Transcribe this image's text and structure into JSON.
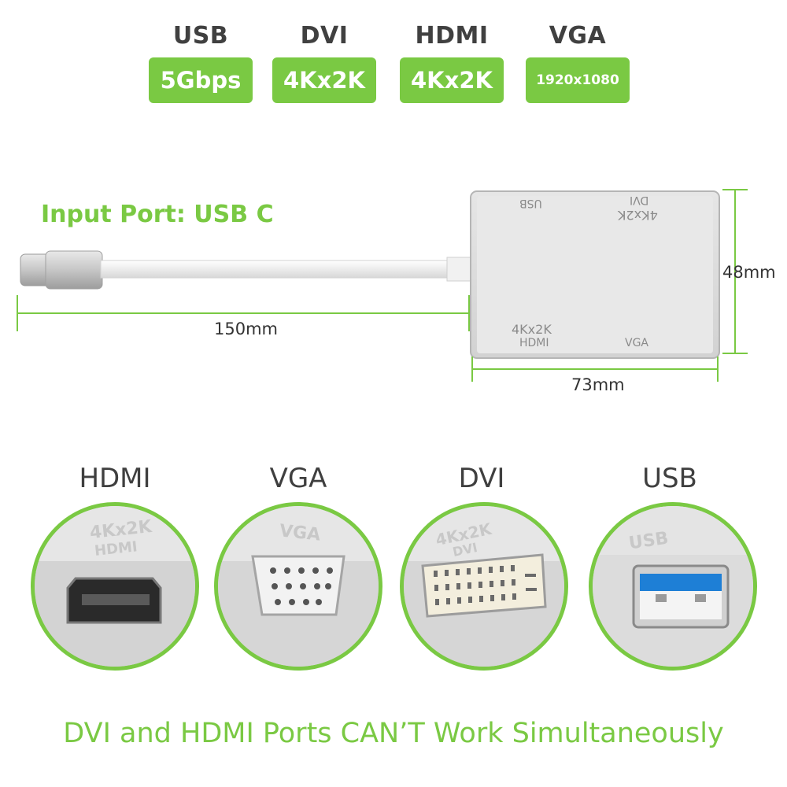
{
  "specs": [
    {
      "title": "USB",
      "badge": "5Gbps"
    },
    {
      "title": "DVI",
      "badge": "4Kx2K"
    },
    {
      "title": "HDMI",
      "badge": "4Kx2K"
    },
    {
      "title": "VGA",
      "badge": "1920x1080"
    }
  ],
  "input_label": "Input Port: USB C",
  "dimensions": {
    "cable_length": "150mm",
    "width": "73mm",
    "height": "48mm"
  },
  "adapter_labels": {
    "usb": "USB",
    "dvi_res": "4Kx2K",
    "dvi": "DVI",
    "hdmi_res": "4Kx2K",
    "hdmi": "HDMI",
    "vga": "VGA"
  },
  "ports": [
    {
      "title": "HDMI",
      "engrave_top": "4Kx2K",
      "engrave_bottom": "HDMI"
    },
    {
      "title": "VGA",
      "engrave_top": "VGA",
      "engrave_bottom": ""
    },
    {
      "title": "DVI",
      "engrave_top": "4Kx2K",
      "engrave_bottom": "DVI"
    },
    {
      "title": "USB",
      "engrave_top": "USB",
      "engrave_bottom": ""
    }
  ],
  "note": "DVI and HDMI Ports CAN’T Work Simultaneously",
  "colors": {
    "accent": "#7ac943",
    "usb_blue": "#1e7fd6"
  }
}
